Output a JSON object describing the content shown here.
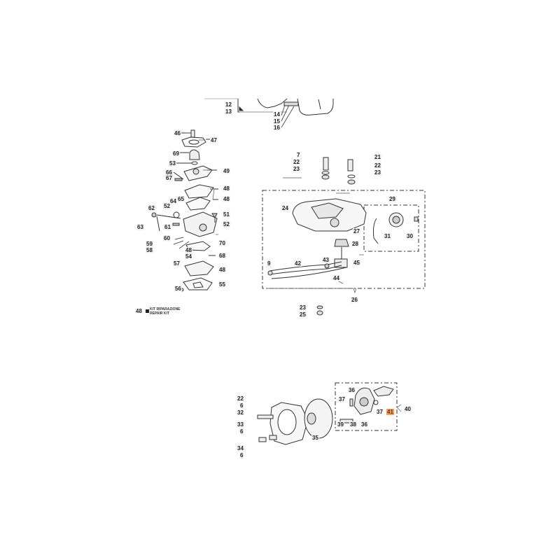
{
  "diagram": {
    "type": "exploded-parts-diagram",
    "highlight_color": "#f0a060",
    "groups": {
      "tank_top": {
        "labels": [
          "12",
          "13",
          "14",
          "15",
          "16"
        ]
      },
      "carburetor": {
        "labels": [
          "46",
          "47",
          "69",
          "53",
          "66",
          "67",
          "49",
          "48",
          "48",
          "64",
          "65",
          "62",
          "52",
          "51",
          "63",
          "61",
          "52",
          "60",
          "70",
          "59",
          "58",
          "48",
          "54",
          "68",
          "57",
          "48",
          "56",
          "55"
        ]
      },
      "fuel_tank": {
        "labels": [
          "7",
          "22",
          "23",
          "21",
          "22",
          "23",
          "29",
          "24",
          "27",
          "31",
          "30",
          "28",
          "9",
          "42",
          "43",
          "45",
          "44",
          "26",
          "23",
          "25"
        ]
      },
      "clutch": {
        "labels": [
          "22",
          "6",
          "32",
          "33",
          "6",
          "34",
          "6",
          "35",
          "36",
          "37",
          "38",
          "36",
          "39",
          "37",
          "41",
          "40"
        ]
      }
    },
    "legend": {
      "number": "48",
      "line1": "KIT RIPARAZIONE",
      "line2": "REPAIR KIT"
    },
    "highlighted_part": "41"
  },
  "labels": {
    "l12": "12",
    "l13": "13",
    "l14": "14",
    "l15": "15",
    "l16": "16",
    "l46": "46",
    "l47": "47",
    "l69": "69",
    "l53": "53",
    "l66": "66",
    "l67": "67",
    "l49": "49",
    "l48a": "48",
    "l48b": "48",
    "l64": "64",
    "l65": "65",
    "l62": "62",
    "l52a": "52",
    "l51": "51",
    "l63": "63",
    "l61": "61",
    "l52b": "52",
    "l60": "60",
    "l70": "70",
    "l59": "59",
    "l58": "58",
    "l48c": "48",
    "l54": "54",
    "l68": "68",
    "l57": "57",
    "l48d": "48",
    "l56": "56",
    "l55": "55",
    "l7": "7",
    "l22a": "22",
    "l23a": "23",
    "l21": "21",
    "l22b": "22",
    "l23b": "23",
    "l29": "29",
    "l24": "24",
    "l27": "27",
    "l31": "31",
    "l30": "30",
    "l28": "28",
    "l9": "9",
    "l42": "42",
    "l43": "43",
    "l45": "45",
    "l44": "44",
    "l26": "26",
    "l23c": "23",
    "l25": "25",
    "l22c": "22",
    "l6a": "6",
    "l32": "32",
    "l33": "33",
    "l6b": "6",
    "l34": "34",
    "l6c": "6",
    "l35": "35",
    "l36a": "36",
    "l37a": "37",
    "l38": "38",
    "l36b": "36",
    "l39": "39",
    "l37b": "37",
    "l41": "41",
    "l40": "40"
  }
}
